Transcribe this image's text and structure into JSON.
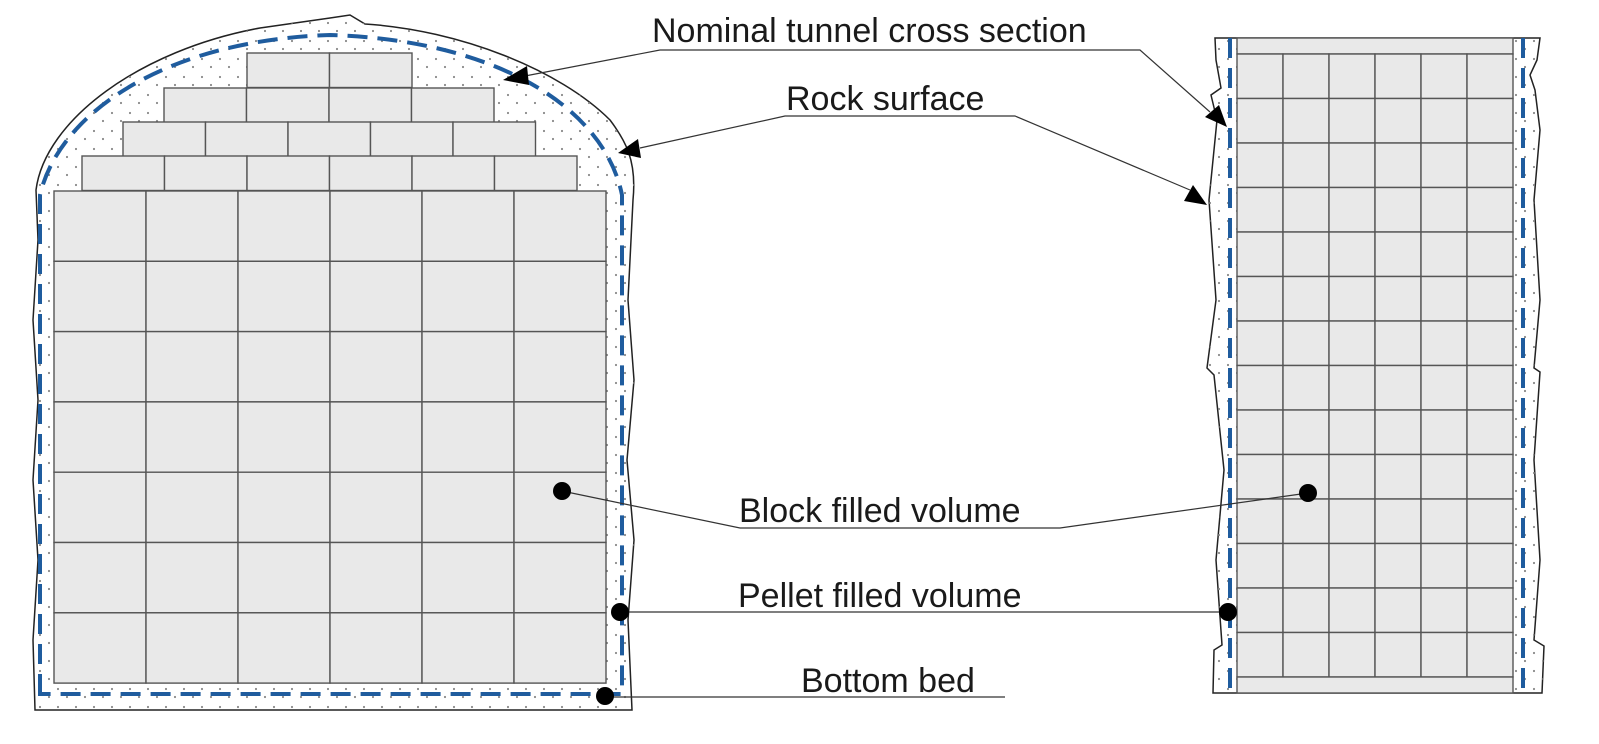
{
  "labels": {
    "nominal": "Nominal tunnel cross section",
    "rock": "Rock surface",
    "block": "Block filled volume",
    "pellet": "Pellet filled volume",
    "bottom": "Bottom bed"
  },
  "colors": {
    "nominal_outline": "#1f5c9e",
    "block_fill": "#e9e9e9",
    "block_stroke": "#555555",
    "rock_line": "#222222",
    "pellet_dots": "#8a8a8a",
    "text": "#1a1a1a"
  },
  "views": [
    "cross-section",
    "longitudinal-section"
  ]
}
